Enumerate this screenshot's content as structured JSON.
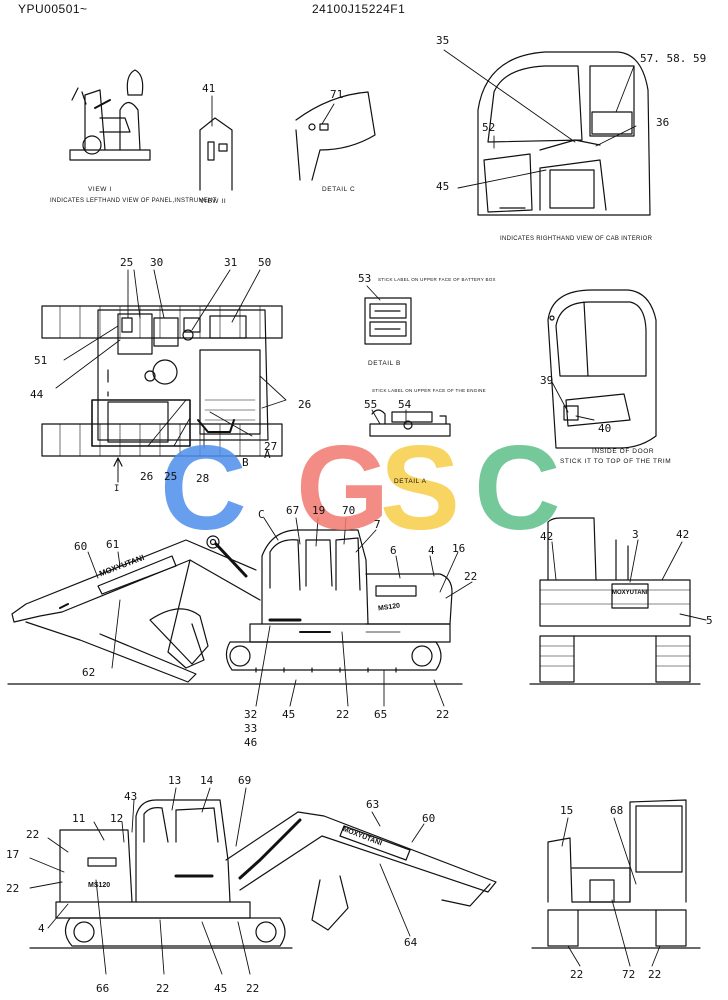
{
  "header": {
    "left_code": "YPU00501~",
    "center_code": "24100J15224F1"
  },
  "captions": {
    "view1": "VIEW I",
    "view1_sub": "INDICATES LEFTHAND VIEW OF PANEL,INSTRUMENT",
    "view2": "VIEW II",
    "detail_c": "DETAIL C",
    "cab_interior": "INDICATES RIGHTHAND VIEW OF CAB INTERIOR",
    "detail_b": "DETAIL B",
    "detail_b_note": "STICK LABEL ON UPPER FACE OF BATTERY BOX",
    "detail_a": "DETAIL A",
    "detail_a_note": "STICK LABEL ON UPPER FACE OF THE ENGINE",
    "door_line1": "INSIDE OF DOOR",
    "door_line2": "STICK IT TO TOP OF THE TRIM",
    "view_marker": "I"
  },
  "brand": {
    "boom_label": "MOXYUTANI",
    "model_label": "MS120"
  },
  "watermark": {
    "letters": [
      "C",
      "G",
      "S",
      "C"
    ],
    "colors": [
      "#4f8fec",
      "#f27a72",
      "#f7cf49",
      "#5fbf8a"
    ]
  },
  "callouts": [
    {
      "id": "c35",
      "t": "35"
    },
    {
      "id": "c575859",
      "t": "57. 58. 59"
    },
    {
      "id": "c52",
      "t": "52"
    },
    {
      "id": "c36",
      "t": "36"
    },
    {
      "id": "c45a",
      "t": "45"
    },
    {
      "id": "c41",
      "t": "41"
    },
    {
      "id": "c71",
      "t": "71"
    },
    {
      "id": "c25a",
      "t": "25"
    },
    {
      "id": "c30",
      "t": "30"
    },
    {
      "id": "c31",
      "t": "31"
    },
    {
      "id": "c50",
      "t": "50"
    },
    {
      "id": "c51",
      "t": "51"
    },
    {
      "id": "c44",
      "t": "44"
    },
    {
      "id": "c26a",
      "t": "26"
    },
    {
      "id": "c27",
      "t": "27"
    },
    {
      "id": "c26b",
      "t": "26"
    },
    {
      "id": "c25b",
      "t": "25"
    },
    {
      "id": "c28",
      "t": "28"
    },
    {
      "id": "cB",
      "t": "B"
    },
    {
      "id": "cA",
      "t": "A"
    },
    {
      "id": "c53",
      "t": "53"
    },
    {
      "id": "c55",
      "t": "55"
    },
    {
      "id": "c54",
      "t": "54"
    },
    {
      "id": "c39",
      "t": "39"
    },
    {
      "id": "c40",
      "t": "40"
    },
    {
      "id": "cC",
      "t": "C"
    },
    {
      "id": "c67",
      "t": "67"
    },
    {
      "id": "c19",
      "t": "19"
    },
    {
      "id": "c70",
      "t": "70"
    },
    {
      "id": "c7",
      "t": "7"
    },
    {
      "id": "c60a",
      "t": "60"
    },
    {
      "id": "c61",
      "t": "61"
    },
    {
      "id": "c6",
      "t": "6"
    },
    {
      "id": "c4a",
      "t": "4"
    },
    {
      "id": "c16",
      "t": "16"
    },
    {
      "id": "c22a",
      "t": "22"
    },
    {
      "id": "c62",
      "t": "62"
    },
    {
      "id": "c32",
      "t": "32"
    },
    {
      "id": "c33",
      "t": "33"
    },
    {
      "id": "c46",
      "t": "46"
    },
    {
      "id": "c45b",
      "t": "45"
    },
    {
      "id": "c22b",
      "t": "22"
    },
    {
      "id": "c65",
      "t": "65"
    },
    {
      "id": "c22c",
      "t": "22"
    },
    {
      "id": "c42a",
      "t": "42"
    },
    {
      "id": "c3",
      "t": "3"
    },
    {
      "id": "c42b",
      "t": "42"
    },
    {
      "id": "c5",
      "t": "5"
    },
    {
      "id": "c13",
      "t": "13"
    },
    {
      "id": "c14",
      "t": "14"
    },
    {
      "id": "c69",
      "t": "69"
    },
    {
      "id": "c43",
      "t": "43"
    },
    {
      "id": "c11",
      "t": "11"
    },
    {
      "id": "c22d",
      "t": "22"
    },
    {
      "id": "c12",
      "t": "12"
    },
    {
      "id": "c17",
      "t": "17"
    },
    {
      "id": "c22e",
      "t": "22"
    },
    {
      "id": "c4b",
      "t": "4"
    },
    {
      "id": "c63",
      "t": "63"
    },
    {
      "id": "c60b",
      "t": "60"
    },
    {
      "id": "c64",
      "t": "64"
    },
    {
      "id": "c66",
      "t": "66"
    },
    {
      "id": "c22f",
      "t": "22"
    },
    {
      "id": "c45c",
      "t": "45"
    },
    {
      "id": "c22g",
      "t": "22"
    },
    {
      "id": "c15",
      "t": "15"
    },
    {
      "id": "c68",
      "t": "68"
    },
    {
      "id": "c22h",
      "t": "22"
    },
    {
      "id": "c72",
      "t": "72"
    },
    {
      "id": "c22i",
      "t": "22"
    }
  ]
}
